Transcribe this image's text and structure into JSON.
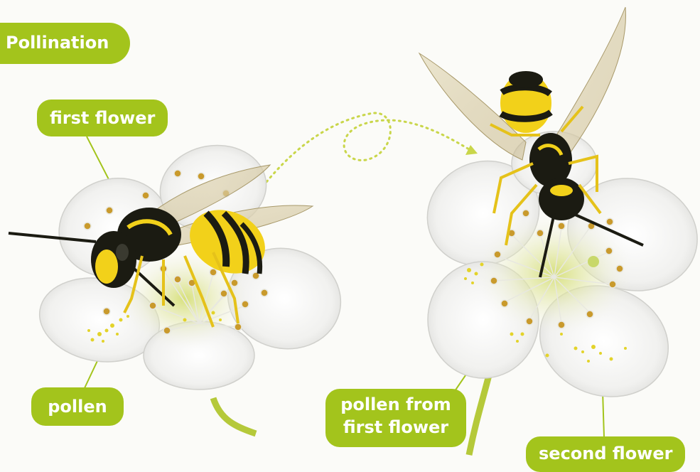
{
  "title": "Pollination",
  "labels": {
    "first_flower": "first flower",
    "pollen": "pollen",
    "pollen_from_first_flower": "pollen from first flower",
    "second_flower": "second flower"
  },
  "colors": {
    "label_bg": "#a3c41c",
    "petal": "#f3f3f1",
    "pollen": "#e3d32a",
    "wasp_yellow": "#f2d11a",
    "wasp_black": "#1b1b12",
    "arrow": "#c9d64a"
  }
}
